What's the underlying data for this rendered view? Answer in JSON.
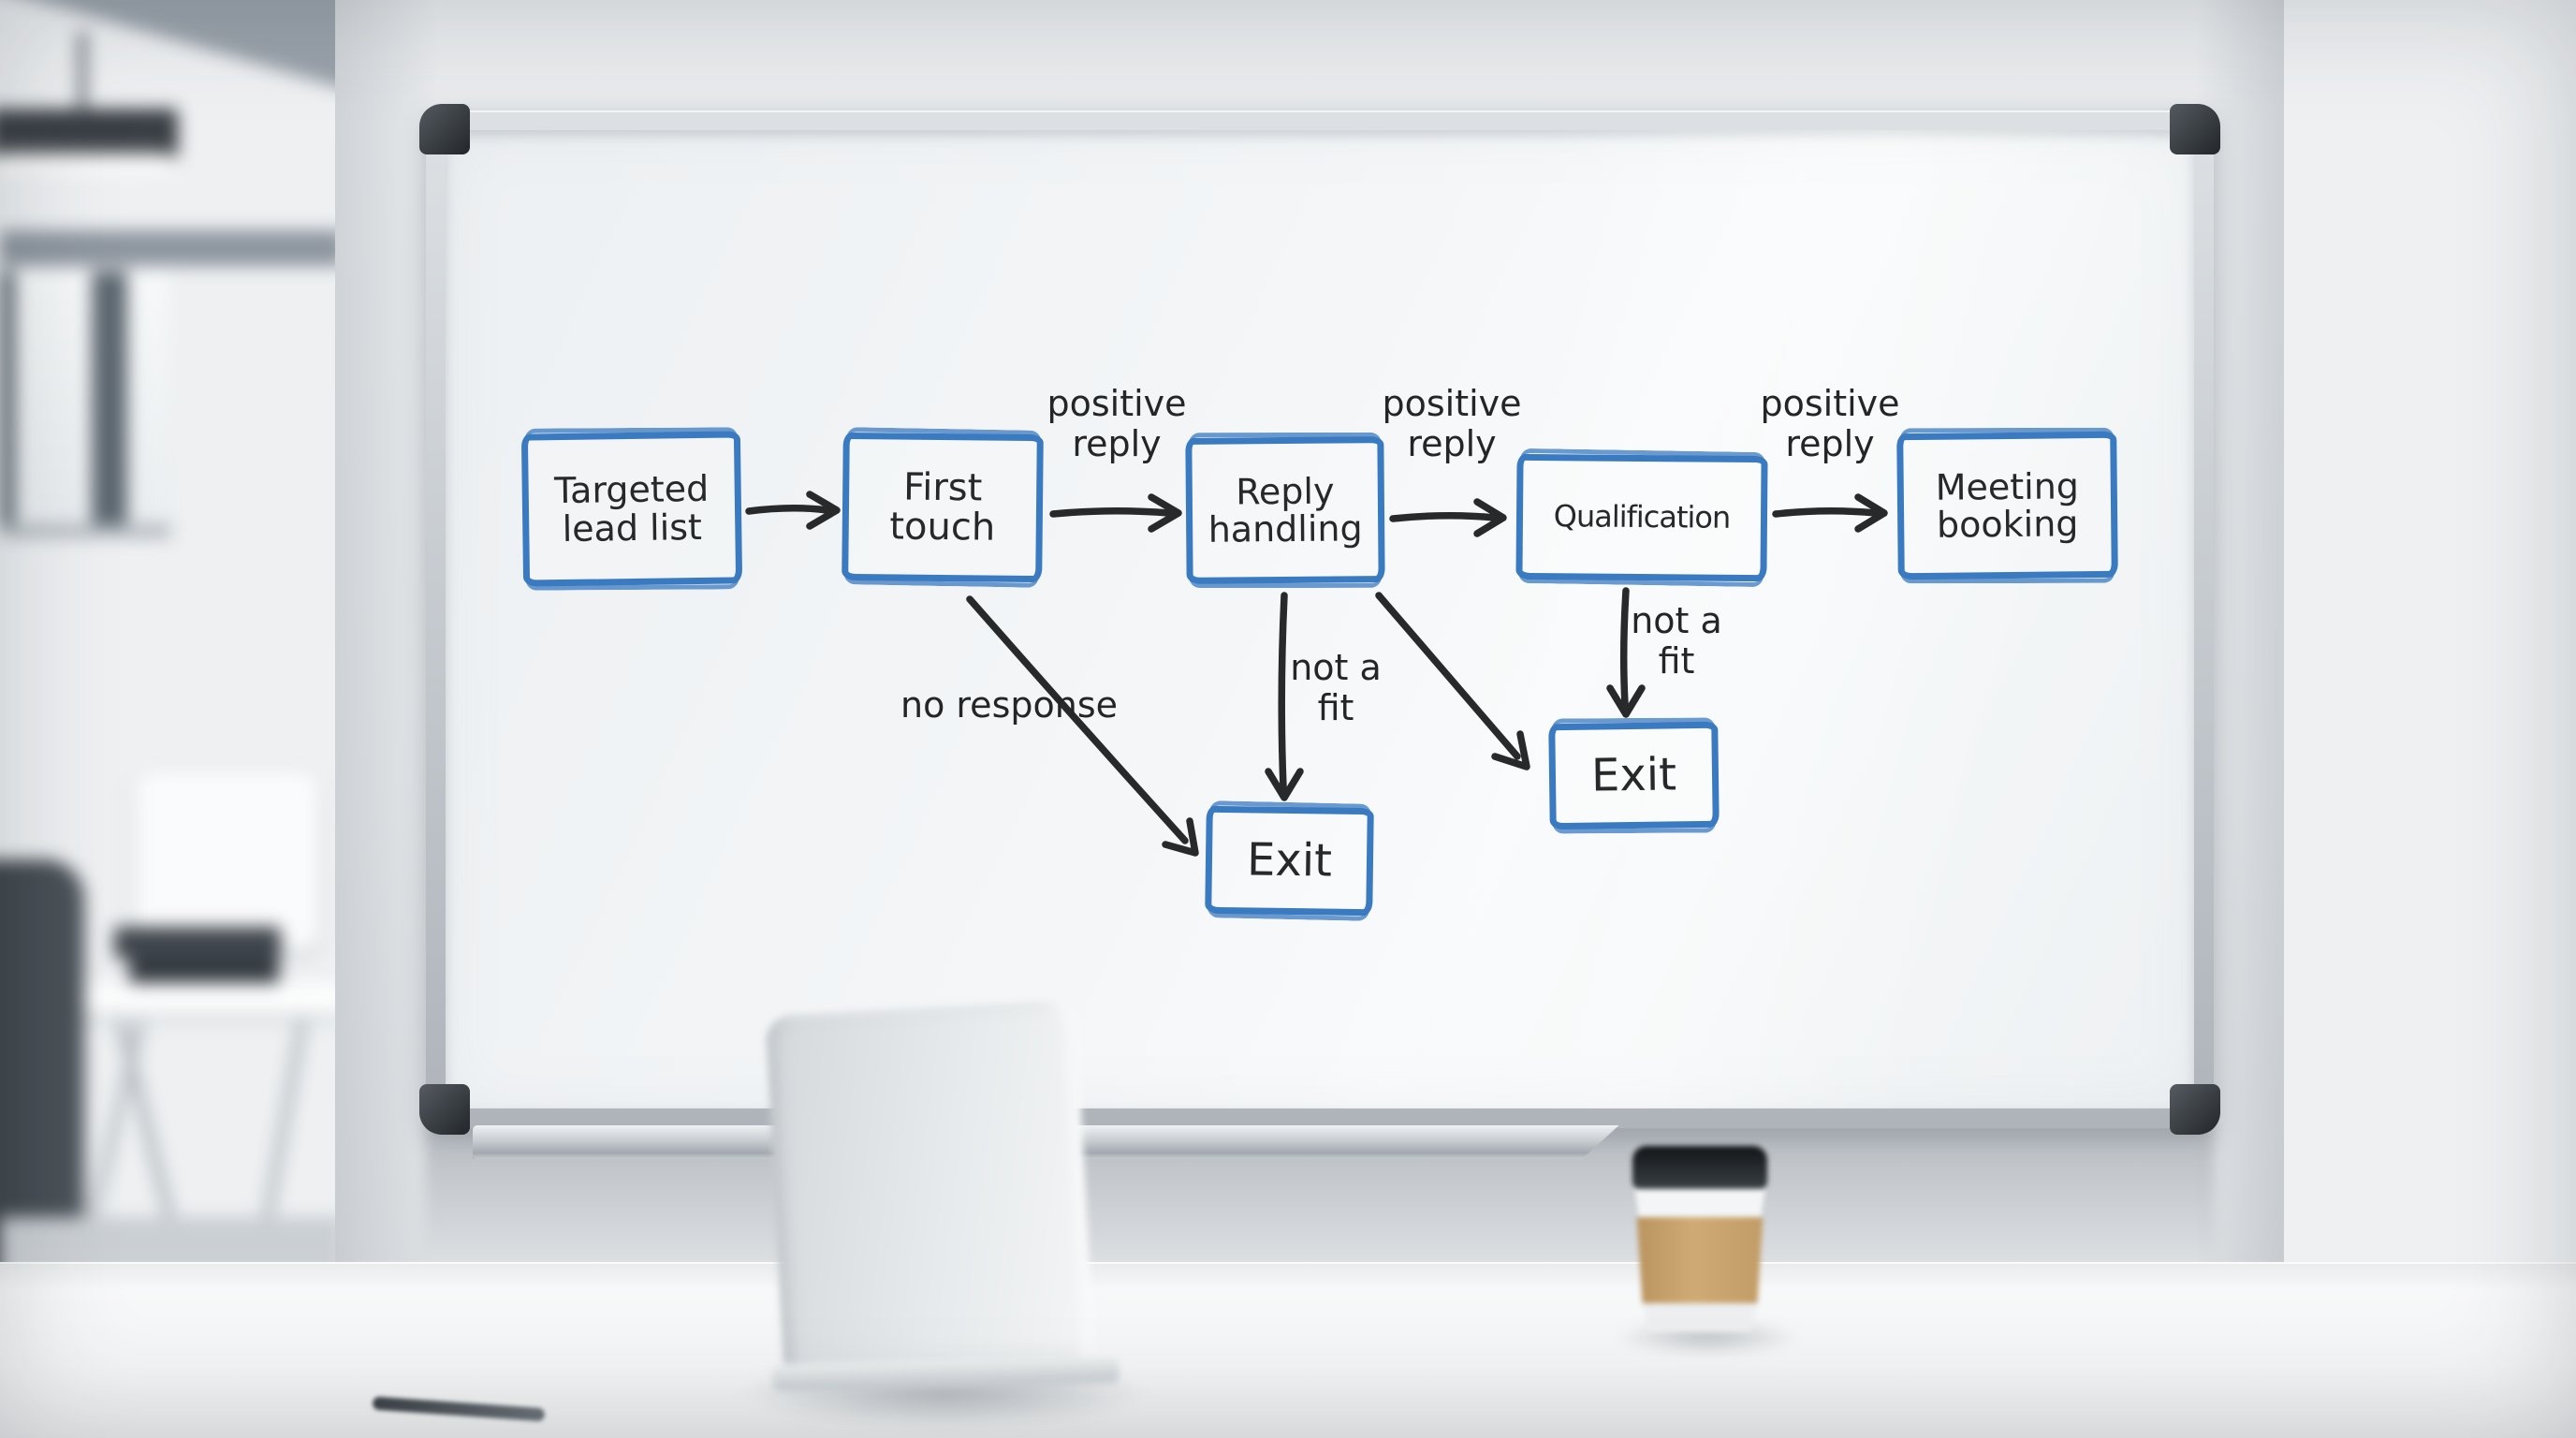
{
  "diagram": {
    "nodes": [
      {
        "id": "targeted-lead-list",
        "label": "Targeted lead list"
      },
      {
        "id": "first-touch",
        "label": "First touch"
      },
      {
        "id": "reply-handling",
        "label": "Reply handling"
      },
      {
        "id": "qualification",
        "label": "Qualification"
      },
      {
        "id": "meeting-booking",
        "label": "Meeting booking"
      },
      {
        "id": "exit-after-first-touch",
        "label": "Exit"
      },
      {
        "id": "exit-after-qualification",
        "label": "Exit"
      }
    ],
    "edges": [
      {
        "from": "targeted-lead-list",
        "to": "first-touch",
        "label": ""
      },
      {
        "from": "first-touch",
        "to": "reply-handling",
        "label": "positive reply"
      },
      {
        "from": "reply-handling",
        "to": "qualification",
        "label": "positive reply"
      },
      {
        "from": "qualification",
        "to": "meeting-booking",
        "label": "positive reply"
      },
      {
        "from": "first-touch",
        "to": "exit-after-first-touch",
        "label": "no response"
      },
      {
        "from": "reply-handling",
        "to": "exit-after-first-touch",
        "label": "not a fit"
      },
      {
        "from": "reply-handling",
        "to": "exit-after-qualification",
        "label": ""
      },
      {
        "from": "qualification",
        "to": "exit-after-qualification",
        "label": "not a fit"
      }
    ],
    "colors": {
      "box_border": "#3a7ac0",
      "marker_ink": "#27292b",
      "board_surface": "#f2f4f6"
    }
  }
}
